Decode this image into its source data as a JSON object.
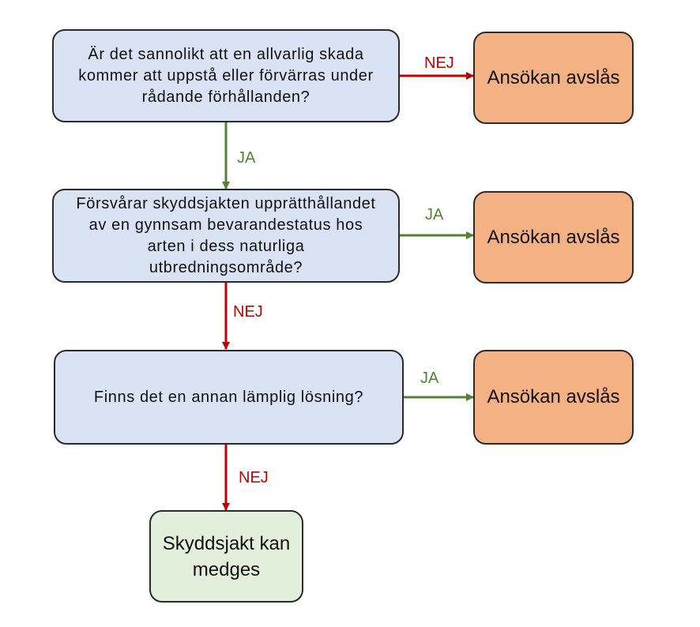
{
  "nodes": {
    "q1": "Är det sannolikt att en allvarlig skada\nkommer att uppstå eller förvärras under\nrådande förhållanden?",
    "q2": "Försvårar skyddsjakten upprätthållandet\nav en gynnsam bevarandestatus hos\narten i dess naturliga\nutbredningsområde?",
    "q3": "Finns det en annan lämplig lösning?",
    "r1": "Ansökan avslås",
    "r2": "Ansökan avslås",
    "r3": "Ansökan avslås",
    "final": "Skyddsjakt kan\nmedges"
  },
  "labels": {
    "q1_right": "NEJ",
    "q1_down": "JA",
    "q2_right": "JA",
    "q2_down": "NEJ",
    "q3_right": "JA",
    "q3_down": "NEJ"
  },
  "colors": {
    "question_fill": "#dae3f3",
    "reject_fill": "#f4b183",
    "approve_fill": "#e2efda",
    "nej_arrow": "#c00000",
    "ja_arrow": "#548235"
  }
}
